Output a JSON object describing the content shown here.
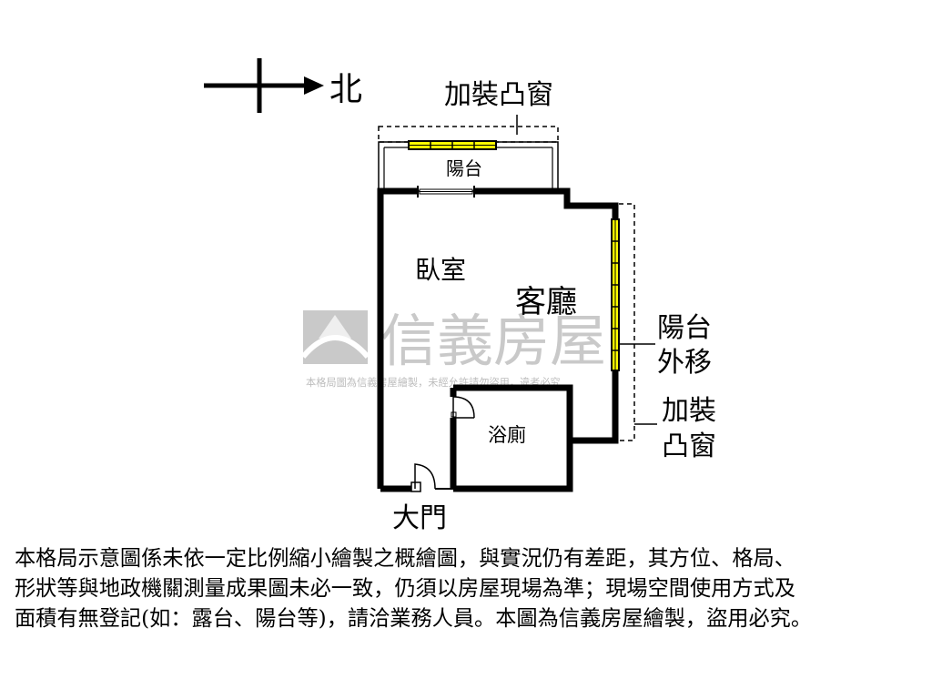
{
  "compass": {
    "north_label": "北"
  },
  "rooms": {
    "balcony": "陽台",
    "bedroom": "臥室",
    "living_room": "客廳",
    "bathroom": "浴廁",
    "main_door": "大門"
  },
  "annotations": {
    "bay_window_top": "加裝凸窗",
    "balcony_moved_line1": "陽台",
    "balcony_moved_line2": "外移",
    "bay_window_right_line1": "加裝",
    "bay_window_right_line2": "凸窗"
  },
  "watermark": {
    "brand": "信義房屋",
    "notice": "本格局圖為信義房屋繪製，未經允許請勿盜用，違者必究"
  },
  "disclaimer": {
    "line1": "本格局示意圖係未依一定比例縮小繪製之概繪圖，與實況仍有差距，其方位、格局、",
    "line2": "形狀等與地政機關測量成果圖未必一致，仍須以房屋現場為準；現場空間使用方式及",
    "line3": "面積有無登記(如：露台、陽台等)，請洽業務人員。本圖為信義房屋繪製，盜用必究。"
  },
  "colors": {
    "wall": "#000000",
    "window_fill": "#ffff00",
    "watermark": "#c9c9c9"
  }
}
